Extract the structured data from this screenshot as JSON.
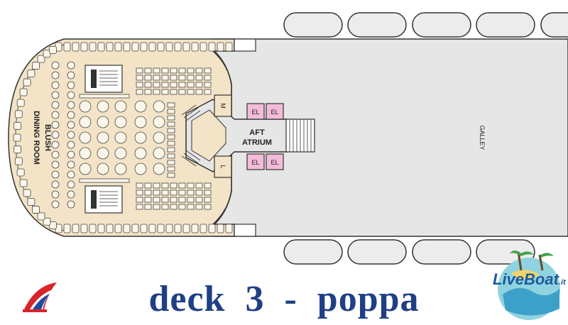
{
  "plan": {
    "dining_room_line1": "BLUSH",
    "dining_room_line2": "DINING ROOM",
    "atrium_line1": "AFT",
    "atrium_line2": "ATRIUM",
    "galley": "GALLEY",
    "elevator": "EL",
    "room_m": "M",
    "room_l": "L"
  },
  "title": "deck  3  -  poppa",
  "logo_right": {
    "name": "Live",
    "name2": "Boat",
    "suffix": ".it"
  },
  "colors": {
    "dining": "#f3e4c7",
    "galley": "#e6e6e6",
    "elevator": "#f3bcd8",
    "title": "#1f3f86",
    "funnel_red": "#d8242b",
    "funnel_blue": "#1f4aa0"
  }
}
